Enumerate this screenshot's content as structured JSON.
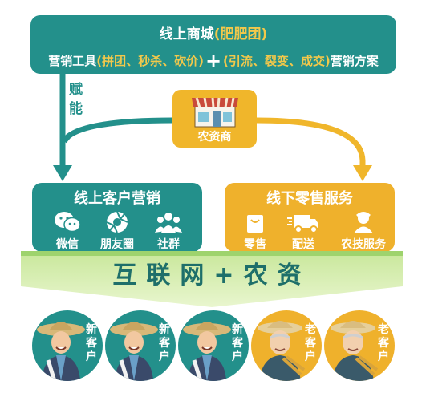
{
  "top": {
    "line1_main": "线上商城",
    "line1_highlight": "(肥肥团)",
    "tools_prefix": "营销工具",
    "tools_detail": "(拼团、秒杀、砍价)",
    "plus": "+",
    "methods_detail": "(引流、裂变、成交)",
    "methods_suffix": "营销方案"
  },
  "empower": "赋能",
  "store": {
    "label": "农资商"
  },
  "online": {
    "title": "线上客户营销",
    "items": [
      {
        "label": "微信",
        "icon": "wechat-icon"
      },
      {
        "label": "朋友圈",
        "icon": "moments-icon"
      },
      {
        "label": "社群",
        "icon": "community-icon"
      }
    ]
  },
  "offline": {
    "title": "线下零售服务",
    "items": [
      {
        "label": "零售",
        "icon": "shopping-bag-icon"
      },
      {
        "label": "配送",
        "icon": "delivery-truck-icon"
      },
      {
        "label": "农技服务",
        "icon": "agronomist-icon"
      }
    ]
  },
  "band": {
    "text": "互联网+农资"
  },
  "customers": [
    {
      "tag": "新客户",
      "kind": "new"
    },
    {
      "tag": "新客户",
      "kind": "new"
    },
    {
      "tag": "新客户",
      "kind": "new"
    },
    {
      "tag": "老客户",
      "kind": "old"
    },
    {
      "tag": "老客户",
      "kind": "old"
    }
  ],
  "colors": {
    "teal": "#23908b",
    "gold": "#efb12c",
    "highlight": "#f2c84b",
    "band": "#cfe8a0"
  }
}
